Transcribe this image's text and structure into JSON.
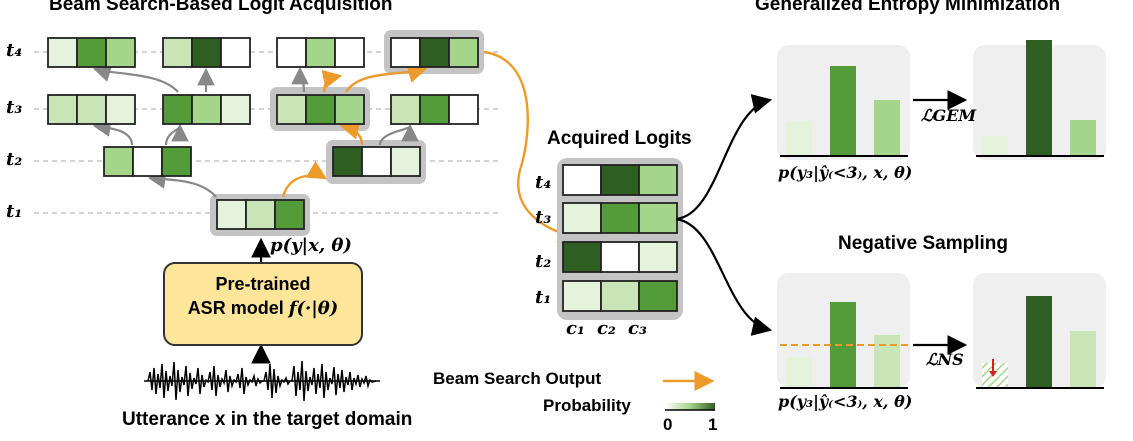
{
  "titles": {
    "beam_search": "Beam Search-Based Logit Acquisition",
    "acquired": "Acquired Logits",
    "gem": "Generalized Entropy Minimization",
    "neg": "Negative Sampling"
  },
  "model_box": {
    "line1": "Pre-trained",
    "line2_prefix": "ASR model ",
    "line2_math": "f(·|θ)"
  },
  "labels": {
    "p_y": "p(y|x, θ)",
    "utterance": "Utterance x in the target domain",
    "beam_output": "Beam Search Output",
    "probability": "Probability",
    "prob_min": "0",
    "prob_max": "1",
    "p_cond": "p(y₃|ŷ₍<3₎, x, θ)",
    "loss_gem": "ℒGEM",
    "loss_ns": "ℒNS"
  },
  "time_steps": [
    "t₄",
    "t₃",
    "t₂",
    "t₁"
  ],
  "classes": [
    "c₁",
    "c₂",
    "c₃"
  ],
  "colors": {
    "c0": "#ffffff",
    "c1": "#e6f3dc",
    "c2": "#c9e4b6",
    "c3": "#a5d58b",
    "c4": "#549c3a",
    "c5": "#2f5e22",
    "beam": "#ee9a2a",
    "highlight": "#c4c4c4",
    "panel": "#efefef",
    "model_fill": "#fde59a"
  },
  "acquired_logits": [
    {
      "t": "t₄",
      "cells": [
        "c0",
        "c5",
        "c3"
      ]
    },
    {
      "t": "t₃",
      "cells": [
        "c1",
        "c4",
        "c3"
      ]
    },
    {
      "t": "t₂",
      "cells": [
        "c5",
        "c0",
        "c1"
      ]
    },
    {
      "t": "t₁",
      "cells": [
        "c1",
        "c2",
        "c4"
      ]
    }
  ]
}
